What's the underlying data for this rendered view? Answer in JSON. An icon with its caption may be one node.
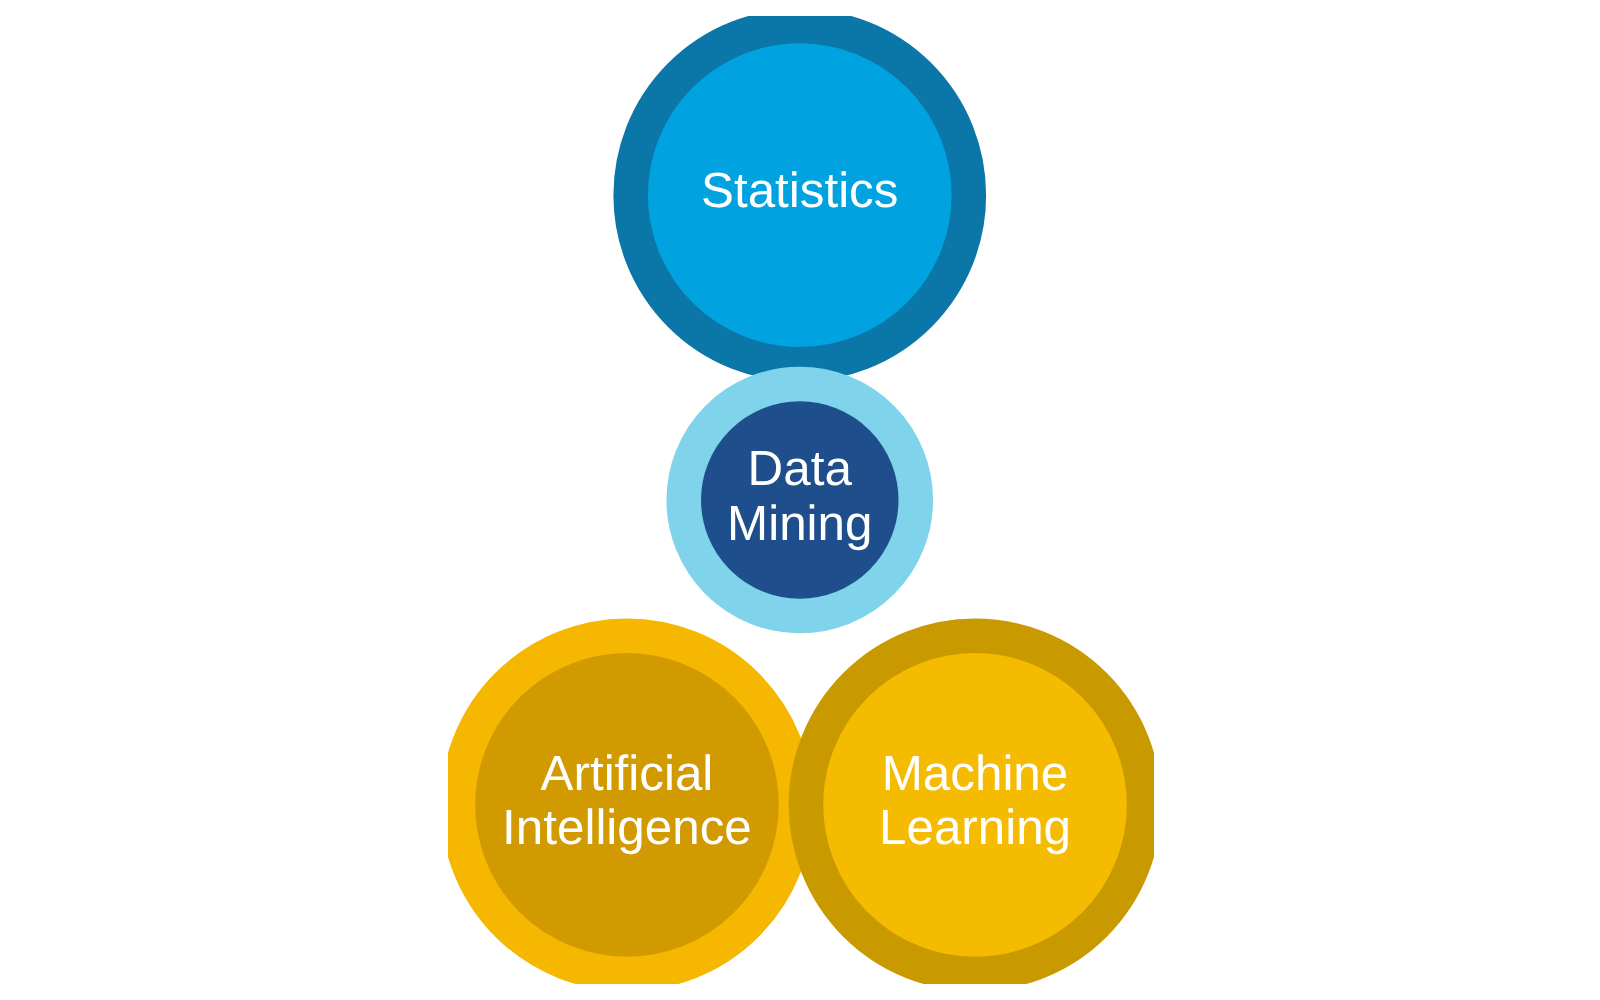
{
  "diagram": {
    "nodes": [
      {
        "text": [
          "Statistics"
        ]
      },
      {
        "text": [
          "Data Mining"
        ]
      },
      {
        "text": [
          "Artificial Intelligence"
        ]
      },
      {
        "text": [
          "Machine Learning"
        ]
      }
    ]
  }
}
